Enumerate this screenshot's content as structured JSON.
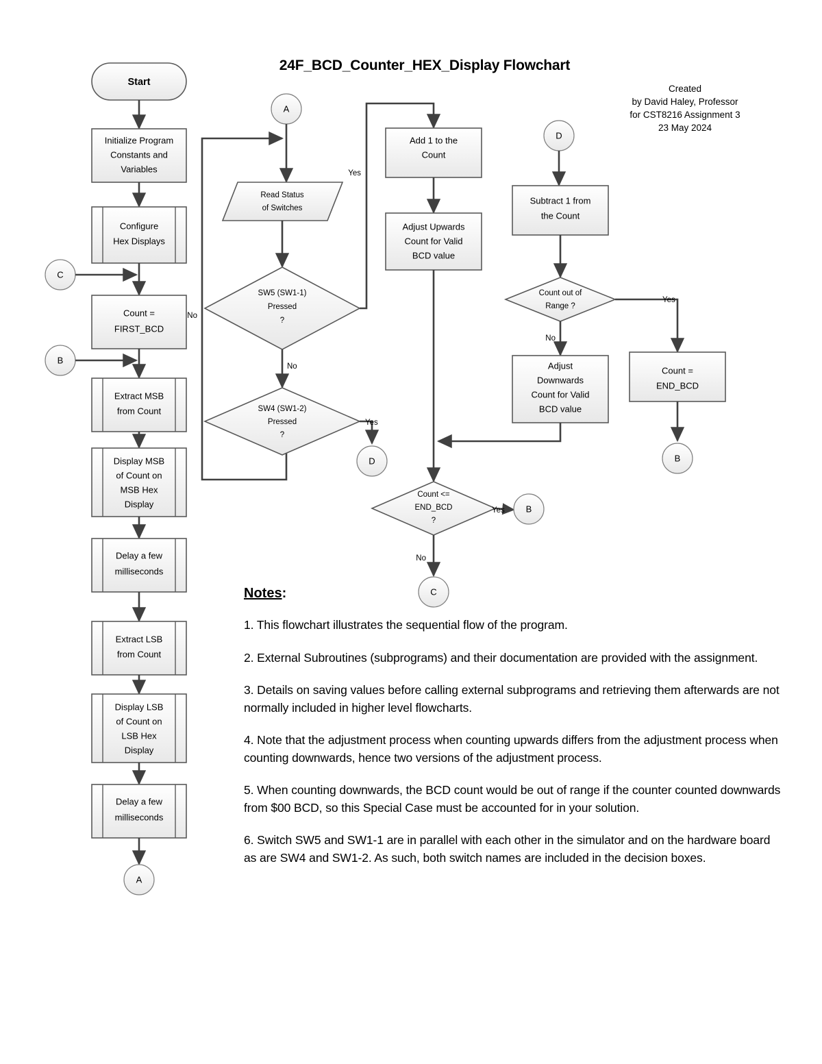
{
  "title": "24F_BCD_Counter_HEX_Display Flowchart",
  "credit": {
    "line1": "Created",
    "line2": "by David Haley, Professor",
    "line3": "for CST8216 Assignment 3",
    "line4": "23 May 2024"
  },
  "chart_data": {
    "type": "diagram",
    "diagram_kind": "flowchart",
    "title": "24F_BCD_Counter_HEX_Display Flowchart",
    "nodes": [
      {
        "id": "start",
        "shape": "terminator",
        "label": "Start"
      },
      {
        "id": "init",
        "shape": "process",
        "label": "Initialize Program Constants and Variables"
      },
      {
        "id": "config",
        "shape": "predefined-process",
        "label": "Configure Hex Displays"
      },
      {
        "id": "count_first",
        "shape": "process",
        "label": "Count = FIRST_BCD"
      },
      {
        "id": "extract_msb",
        "shape": "predefined-process",
        "label": "Extract MSB from Count"
      },
      {
        "id": "disp_msb",
        "shape": "predefined-process",
        "label": "Display MSB of Count on MSB Hex Display"
      },
      {
        "id": "delay1",
        "shape": "predefined-process",
        "label": "Delay a few milliseconds"
      },
      {
        "id": "extract_lsb",
        "shape": "predefined-process",
        "label": "Extract LSB from Count"
      },
      {
        "id": "disp_lsb",
        "shape": "predefined-process",
        "label": "Display LSB of Count on LSB Hex Display"
      },
      {
        "id": "delay2",
        "shape": "predefined-process",
        "label": "Delay a few milliseconds"
      },
      {
        "id": "read_sw",
        "shape": "input-output",
        "label": "Read Status of Switches"
      },
      {
        "id": "sw5",
        "shape": "decision",
        "label": "SW5 (SW1-1) Pressed ?"
      },
      {
        "id": "sw4",
        "shape": "decision",
        "label": "SW4 (SW1-2) Pressed ?"
      },
      {
        "id": "add1",
        "shape": "process",
        "label": "Add 1 to the Count"
      },
      {
        "id": "adj_up",
        "shape": "process",
        "label": "Adjust Upwards Count for Valid BCD value"
      },
      {
        "id": "sub1",
        "shape": "process",
        "label": "Subtract 1 from the Count"
      },
      {
        "id": "out_range",
        "shape": "decision",
        "label": "Count out of Range ?"
      },
      {
        "id": "adj_down",
        "shape": "process",
        "label": "Adjust Downwards Count for Valid BCD value"
      },
      {
        "id": "count_end",
        "shape": "process",
        "label": "Count = END_BCD"
      },
      {
        "id": "cmp_end",
        "shape": "decision",
        "label": "Count <= END_BCD ?"
      }
    ],
    "connectors": [
      "A",
      "A",
      "B",
      "B",
      "C",
      "C",
      "D",
      "D"
    ],
    "edge_labels": [
      "Yes",
      "No",
      "No",
      "Yes",
      "Yes",
      "No",
      "Yes",
      "No"
    ]
  },
  "nodes": {
    "start": {
      "l1": "Start"
    },
    "init": {
      "l1": "Initialize Program",
      "l2": "Constants and",
      "l3": "Variables"
    },
    "config": {
      "l1": "Configure",
      "l2": "Hex Displays"
    },
    "count_first": {
      "l1": "Count =",
      "l2": "FIRST_BCD"
    },
    "extract_msb": {
      "l1": "Extract MSB",
      "l2": "from Count"
    },
    "disp_msb": {
      "l1": "Display MSB",
      "l2": "of Count on",
      "l3": "MSB Hex",
      "l4": "Display"
    },
    "delay1": {
      "l1": "Delay a few",
      "l2": "milliseconds"
    },
    "extract_lsb": {
      "l1": "Extract LSB",
      "l2": "from Count"
    },
    "disp_lsb": {
      "l1": "Display LSB",
      "l2": "of Count on",
      "l3": "LSB Hex",
      "l4": "Display"
    },
    "delay2": {
      "l1": "Delay a few",
      "l2": "milliseconds"
    },
    "read_sw": {
      "l1": "Read Status",
      "l2": "of Switches"
    },
    "sw5": {
      "l1": "SW5 (SW1-1)",
      "l2": "Pressed",
      "l3": "?"
    },
    "sw4": {
      "l1": "SW4 (SW1-2)",
      "l2": "Pressed",
      "l3": "?"
    },
    "add1": {
      "l1": "Add 1 to the",
      "l2": "Count"
    },
    "adj_up": {
      "l1": "Adjust Upwards",
      "l2": "Count for Valid",
      "l3": "BCD value"
    },
    "sub1": {
      "l1": "Subtract 1 from",
      "l2": "the Count"
    },
    "out_range": {
      "l1": "Count out of",
      "l2": "Range ?"
    },
    "adj_down": {
      "l1": "Adjust",
      "l2": "Downwards",
      "l3": "Count for Valid",
      "l4": "BCD value"
    },
    "count_end": {
      "l1": "Count =",
      "l2": "END_BCD"
    },
    "cmp_end": {
      "l1": "Count <=",
      "l2": "END_BCD",
      "l3": "?"
    }
  },
  "connectors": {
    "a_top": "A",
    "a_bottom": "A",
    "b_left": "B",
    "b_right": "B",
    "b_mid": "B",
    "c_left": "C",
    "c_bottom": "C",
    "d_top": "D",
    "d_mid": "D"
  },
  "edge_labels": {
    "sw5_yes": "Yes",
    "sw5_no": "No",
    "sw4_yes": "Yes",
    "loop_no": "No",
    "range_yes": "Yes",
    "range_no": "No",
    "cmp_yes": "Yes",
    "cmp_no": "No"
  },
  "notes": {
    "heading": "Notes",
    "heading_colon": ":",
    "items": [
      "1. This flowchart illustrates the sequential flow of the program.",
      "2. External Subroutines (subprograms) and their documentation are provided with the assignment.",
      "3. Details on saving values before calling external subprograms and retrieving them afterwards are not normally included in higher level flowcharts.",
      "4. Note that the adjustment process when counting upwards differs from the adjustment process when counting downwards, hence two versions of the adjustment process.",
      "5. When counting downwards, the BCD count would be out of range if the counter counted downwards from $00 BCD, so this Special Case must be accounted for in your solution.",
      "6. Switch SW5 and SW1-1 are in parallel with each other in the simulator and on the hardware board as are SW4 and SW1-2. As such, both switch names are included in the decision boxes."
    ]
  },
  "colors": {
    "node_fill_top": "#ffffff",
    "node_fill_bottom": "#ebebeb",
    "node_stroke": "#595959",
    "line": "#404040",
    "text": "#000000"
  }
}
